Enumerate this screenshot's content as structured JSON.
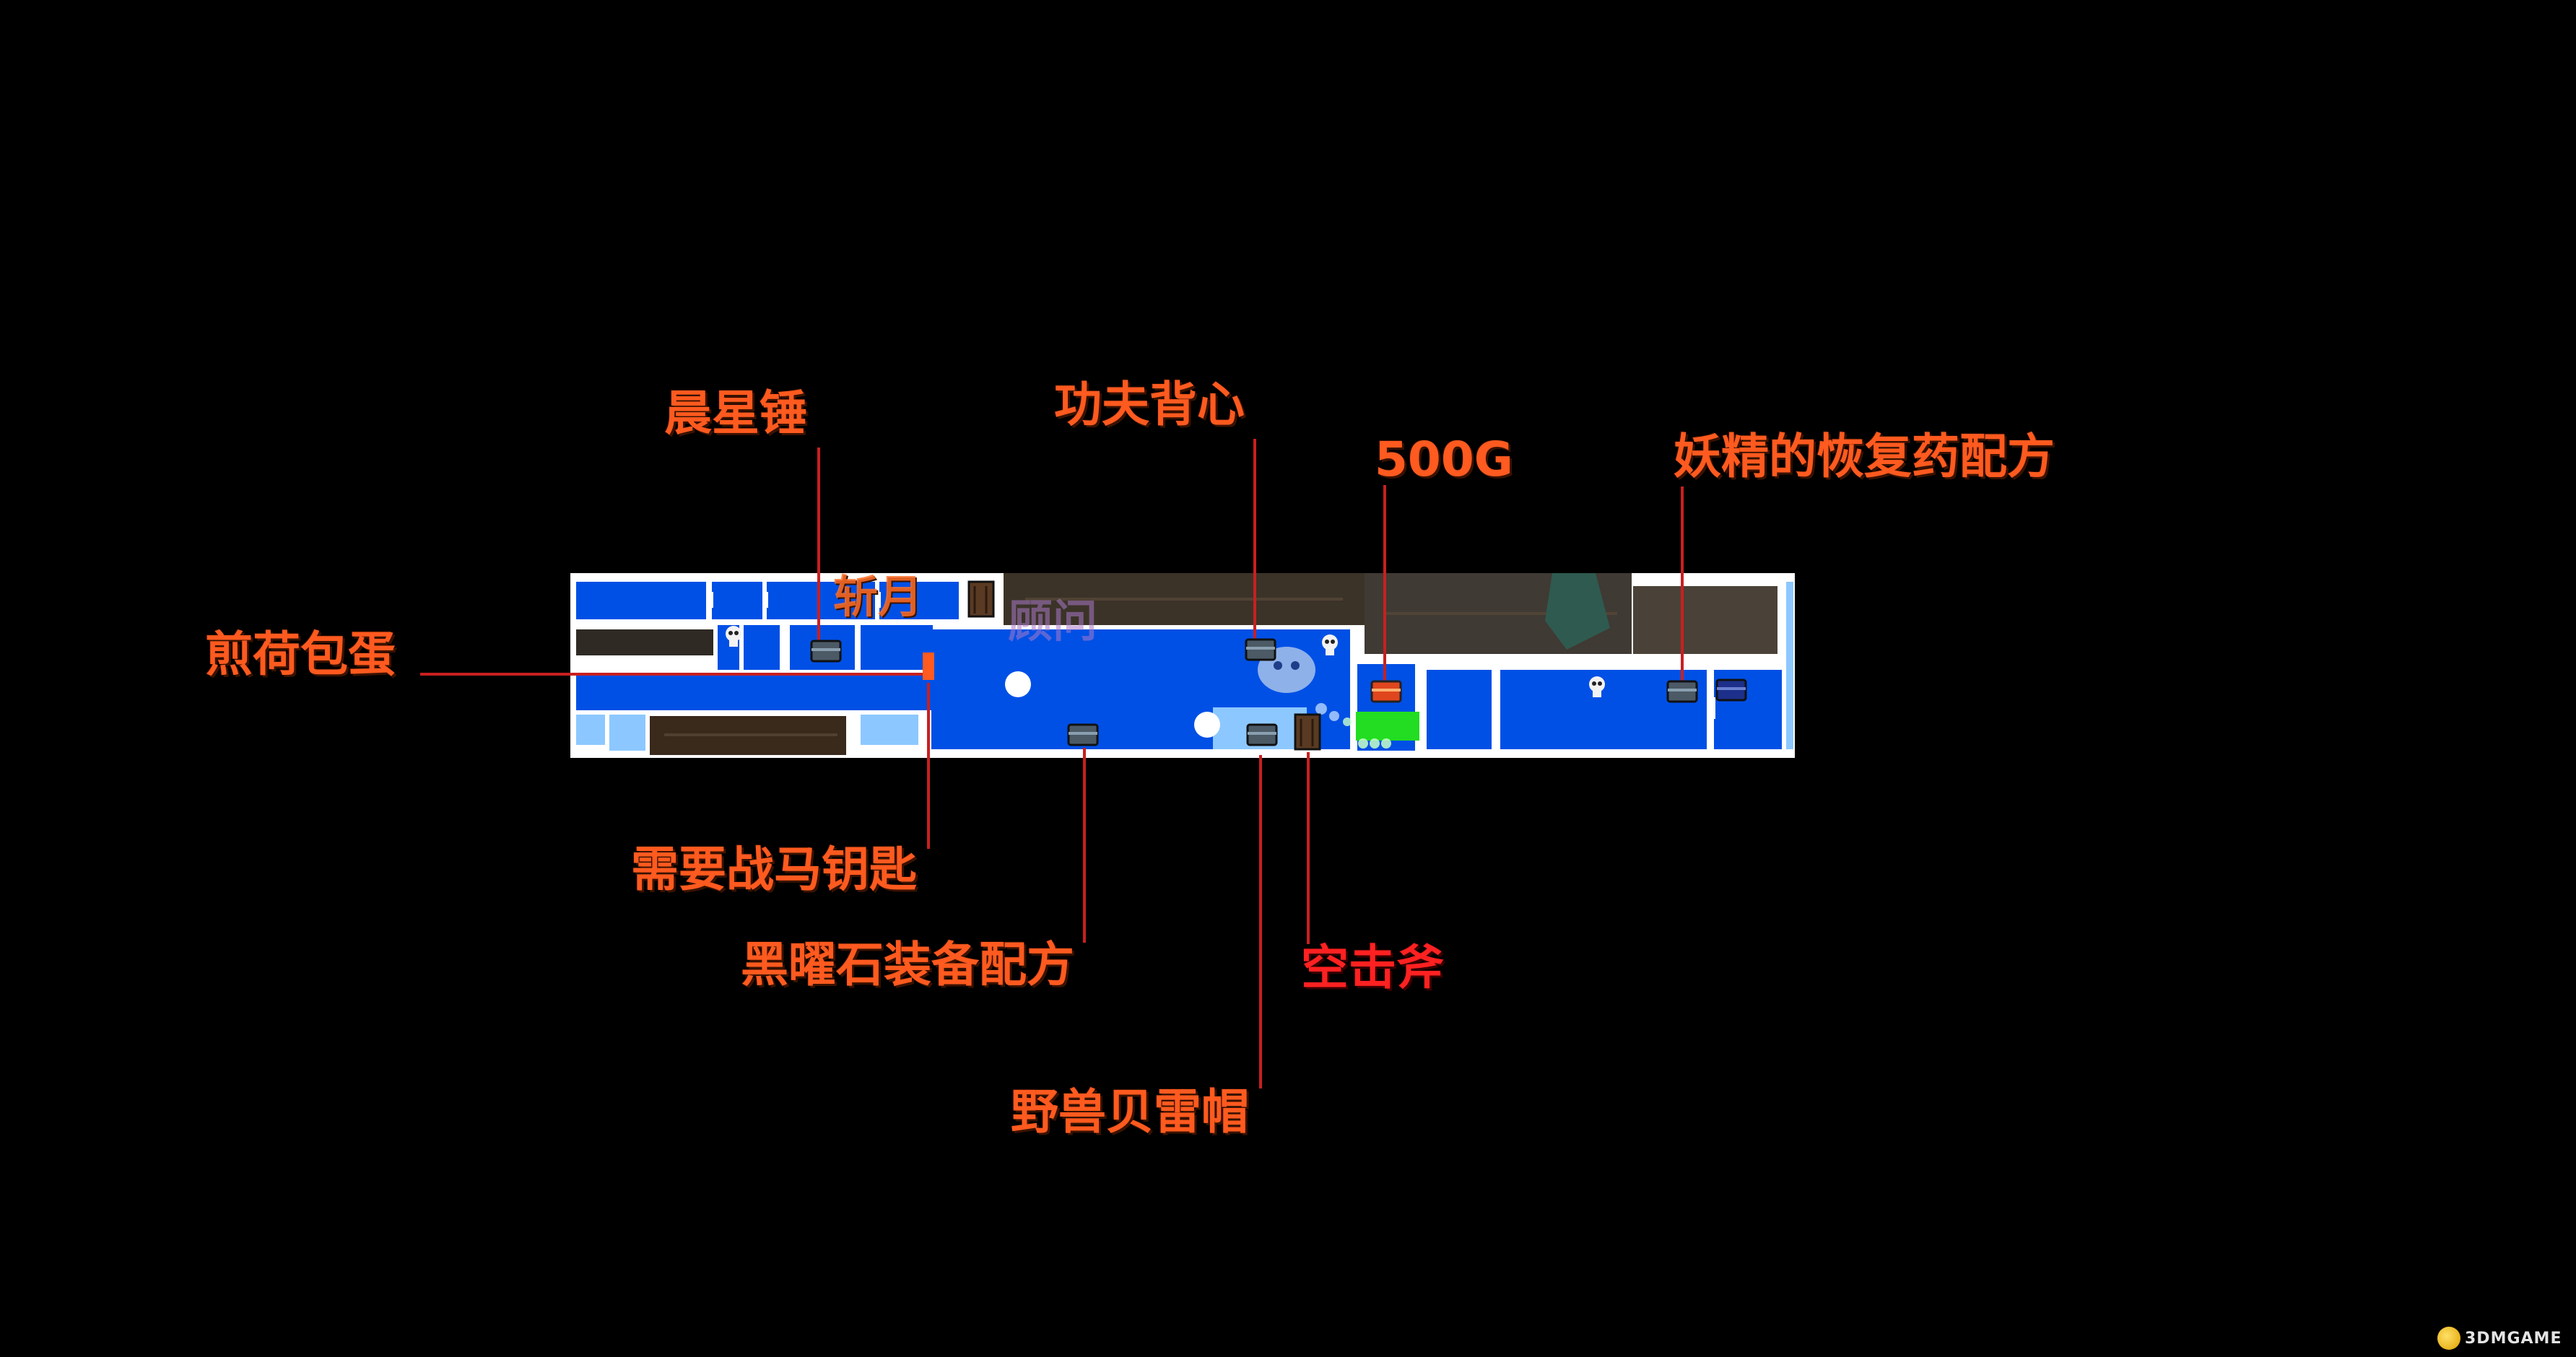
{
  "map": {
    "colors": {
      "background": "#000000",
      "wall": "#ffffff",
      "room_explored": "#0050e6",
      "room_light": "#8cc8ff",
      "room_dark": "#3a2e24",
      "save_room": "#22dd22",
      "label_orange": "#ff5a1f",
      "label_red": "#ff2121",
      "leader_line": "#c82020"
    },
    "labels": [
      {
        "id": "morning-star-hammer",
        "text": "晨星锤",
        "style": "orange"
      },
      {
        "id": "kungfu-vest",
        "text": "功夫背心",
        "style": "orange"
      },
      {
        "id": "gold-500",
        "text": "500G",
        "style": "orange"
      },
      {
        "id": "fairy-potion-recipe",
        "text": "妖精的恢复药配方",
        "style": "orange"
      },
      {
        "id": "fried-egg",
        "text": "煎荷包蛋",
        "style": "orange"
      },
      {
        "id": "zangetsu",
        "text": "斩月",
        "style": "ghost"
      },
      {
        "id": "advisor",
        "text": "顾问",
        "style": "faint"
      },
      {
        "id": "need-warhorse-key",
        "text": "需要战马钥匙",
        "style": "orange"
      },
      {
        "id": "obsidian-recipe",
        "text": "黑曜石装备配方",
        "style": "orange"
      },
      {
        "id": "air-strike-axe",
        "text": "空击斧",
        "style": "red"
      },
      {
        "id": "beast-beret",
        "text": "野兽贝雷帽",
        "style": "orange"
      }
    ],
    "icons": [
      {
        "id": "chest-icon",
        "count": 7
      },
      {
        "id": "red-chest-icon",
        "count": 1
      },
      {
        "id": "door-icon",
        "count": 2
      },
      {
        "id": "skull-icon",
        "count": 3
      },
      {
        "id": "ghost-enemy-icon",
        "count": 1
      },
      {
        "id": "save-point-icon",
        "count": 1
      }
    ]
  },
  "watermark": {
    "text": "3DMGAME"
  }
}
